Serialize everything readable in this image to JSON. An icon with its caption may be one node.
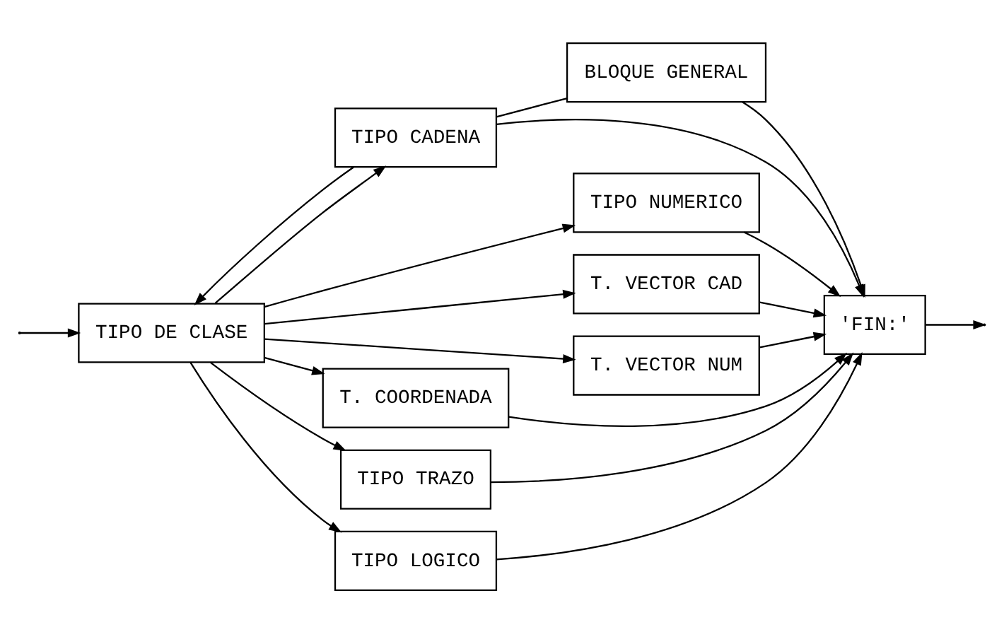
{
  "diagram": {
    "nodes": [
      {
        "text": [
          "TIPO DE CLASE"
        ]
      },
      {
        "text": [
          "TIPO CADENA"
        ]
      },
      {
        "text": [
          "TIPO NUMERICO"
        ]
      },
      {
        "text": [
          "T. VECTOR CAD"
        ]
      },
      {
        "text": [
          "T. VECTOR NUM"
        ]
      },
      {
        "text": [
          "T. COORDENADA"
        ]
      },
      {
        "text": [
          "TIPO TRAZO"
        ]
      },
      {
        "text": [
          "TIPO LOGICO"
        ]
      },
      {
        "text": [
          "BLOQUE GENERAL"
        ]
      },
      {
        "text": [
          "'FIN:'"
        ]
      }
    ],
    "edges": [
      {
        "from": null,
        "to": 0,
        "arrow": "to"
      },
      {
        "from": 0,
        "to": 1,
        "arrow": "to"
      },
      {
        "from": 0,
        "to": 2,
        "arrow": "to"
      },
      {
        "from": 0,
        "to": 3,
        "arrow": "to"
      },
      {
        "from": 0,
        "to": 4,
        "arrow": "to"
      },
      {
        "from": 0,
        "to": 5,
        "arrow": "to"
      },
      {
        "from": 0,
        "to": 6,
        "arrow": "to"
      },
      {
        "from": 0,
        "to": 7,
        "arrow": "to"
      },
      {
        "from": 1,
        "to": 9,
        "arrow": "to"
      },
      {
        "from": 2,
        "to": 9,
        "arrow": "to"
      },
      {
        "from": 3,
        "to": 9,
        "arrow": "to"
      },
      {
        "from": 4,
        "to": 9,
        "arrow": "to"
      },
      {
        "from": 5,
        "to": 9,
        "arrow": "to"
      },
      {
        "from": 6,
        "to": 9,
        "arrow": "to"
      },
      {
        "from": 7,
        "to": 9,
        "arrow": "to"
      },
      {
        "from": 1,
        "to": 0,
        "arrow": "to"
      },
      {
        "from": 1,
        "to": 8,
        "arrow": "none"
      },
      {
        "from": 8,
        "to": 9,
        "arrow": "to"
      },
      {
        "from": 9,
        "to": null,
        "arrow": "to"
      }
    ]
  }
}
